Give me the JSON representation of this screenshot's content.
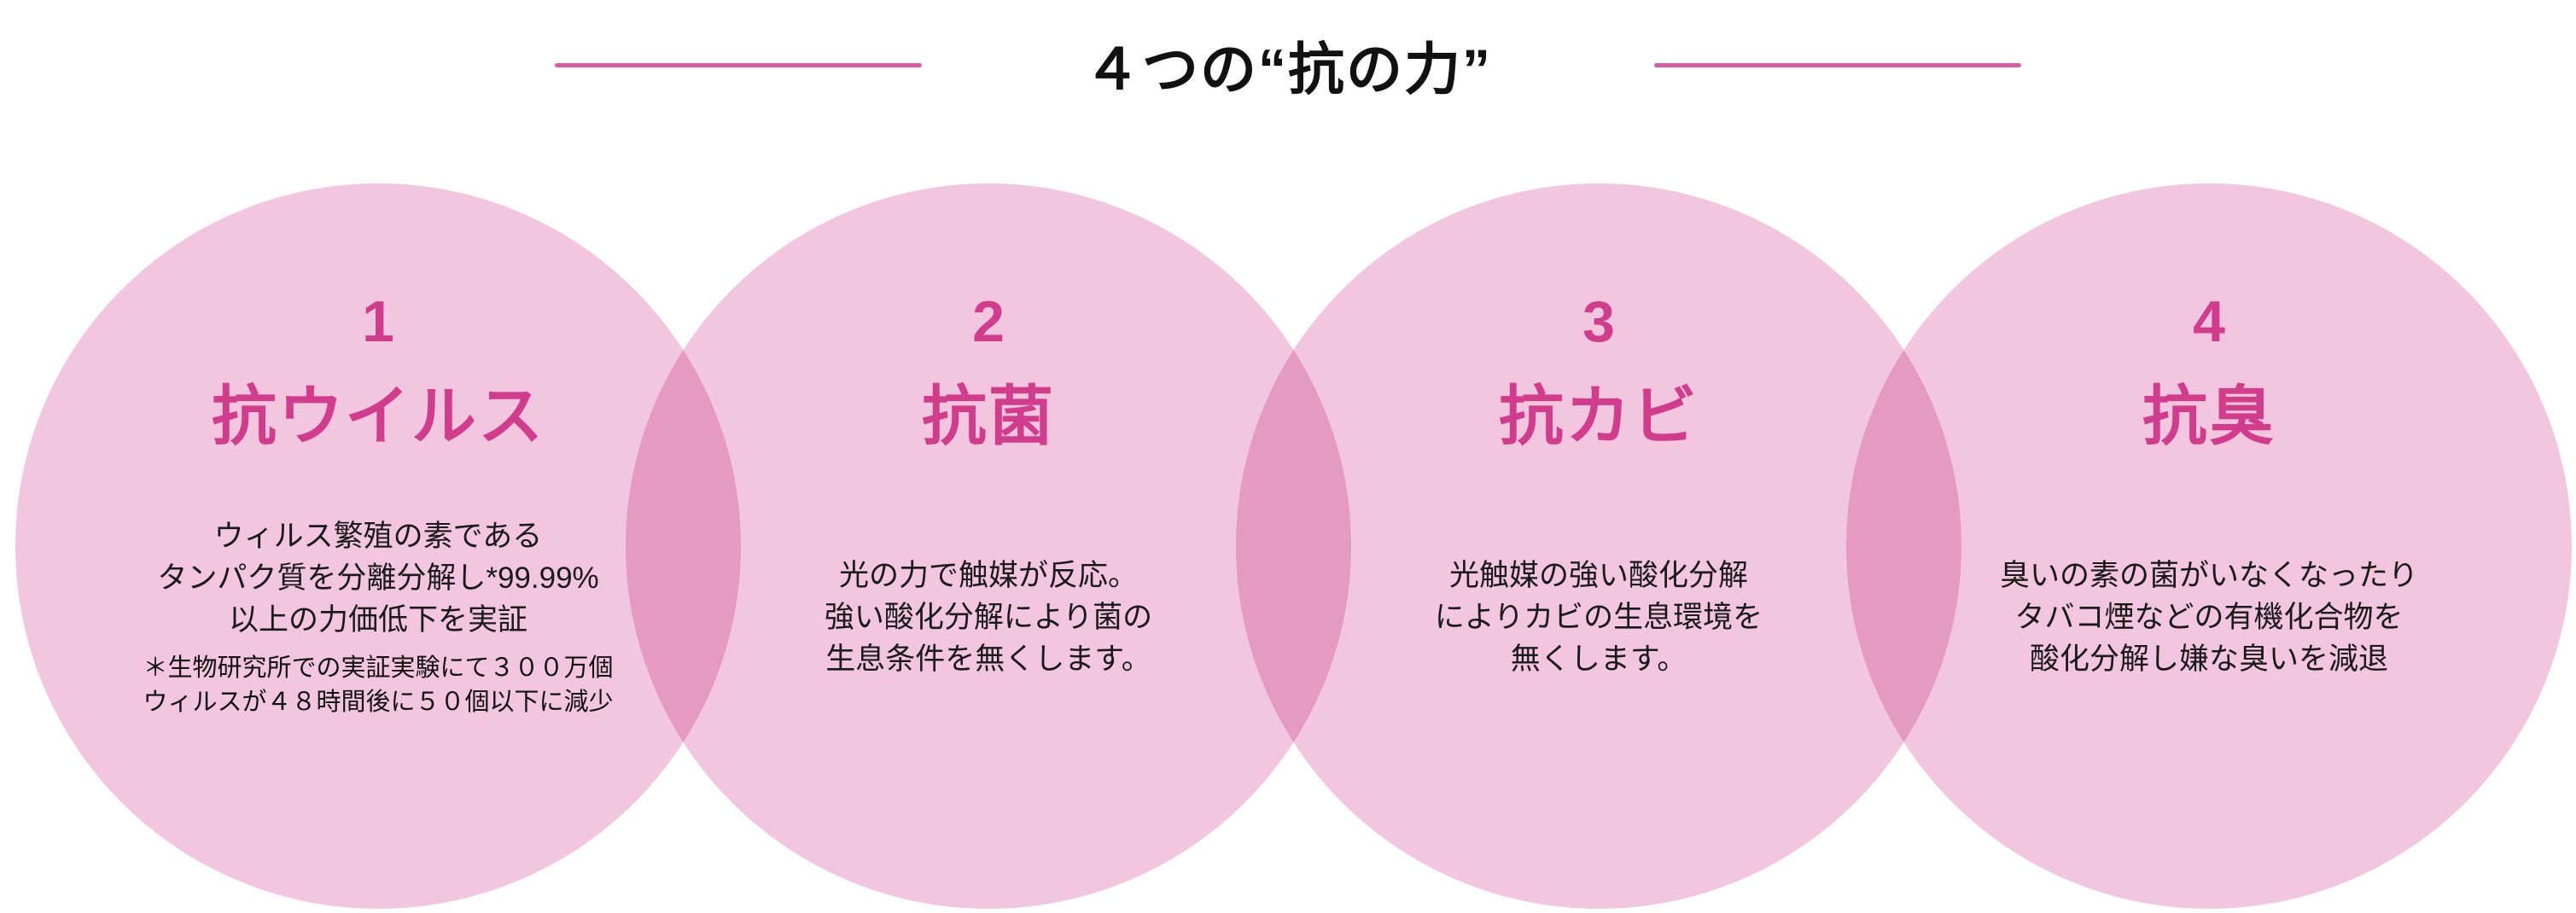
{
  "title": "４つの“抗の力”",
  "colors": {
    "accent": "#d13d8c",
    "divider": "#dd5ca1",
    "circle": "#f2c6de"
  },
  "circles": [
    {
      "number": "1",
      "heading": "抗ウイルス",
      "body_lines": [
        "ウィルス繁殖の素である",
        "タンパク質を分離分解し*99.99%",
        "以上の力価低下を実証"
      ],
      "footnote_lines": [
        "＊生物研究所での実証実験にて３００万個",
        "ウィルスが４８時間後に５０個以下に減少"
      ]
    },
    {
      "number": "2",
      "heading": "抗菌",
      "body_lines": [
        "光の力で触媒が反応。",
        "強い酸化分解により菌の",
        "生息条件を無くします。"
      ]
    },
    {
      "number": "3",
      "heading": "抗カビ",
      "body_lines": [
        "光触媒の強い酸化分解",
        "によりカビの生息環境を",
        "無くします。"
      ]
    },
    {
      "number": "4",
      "heading": "抗臭",
      "body_lines": [
        "臭いの素の菌がいなくなったり",
        "タバコ煙などの有機化合物を",
        "酸化分解し嫌な臭いを減退"
      ]
    }
  ]
}
